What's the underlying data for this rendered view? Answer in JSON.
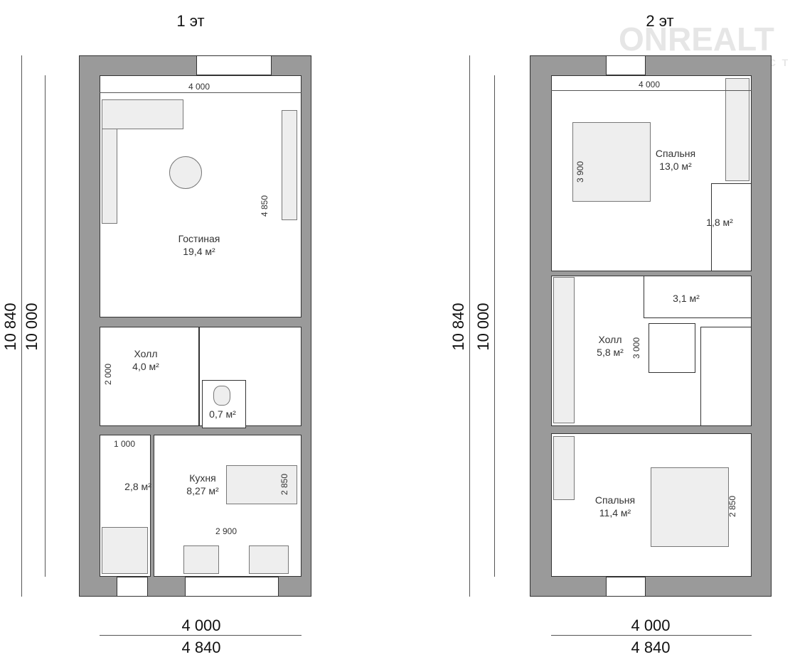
{
  "watermark": {
    "brand": "ONREALT",
    "sub": "НЕДВИЖИМОСТЬ"
  },
  "floor1": {
    "title": "1 эт",
    "rooms": [
      {
        "name": "Гостиная",
        "area": "19,4 м²"
      },
      {
        "name": "Холл",
        "area": "4,0 м²"
      },
      {
        "name": "",
        "area": "0,7 м²"
      },
      {
        "name": "",
        "area": "2,8 м²"
      },
      {
        "name": "Кухня",
        "area": "8,27 м²"
      }
    ],
    "dims": {
      "living_w": "4 000",
      "living_h": "4 850",
      "hall_h": "2 000",
      "bath_w": "1 000",
      "kitchen_h": "2 850",
      "kitchen_w": "2 900"
    },
    "outer": {
      "total_h": "10 840",
      "inner_h": "10 000",
      "inner_w": "4 000",
      "total_w": "4 840"
    }
  },
  "floor2": {
    "title": "2 эт",
    "rooms": [
      {
        "name": "Спальня",
        "area": "13,0 м²"
      },
      {
        "name": "",
        "area": "1,8 м²"
      },
      {
        "name": "",
        "area": "3,1 м²"
      },
      {
        "name": "Холл",
        "area": "5,8 м²"
      },
      {
        "name": "Спальня",
        "area": "11,4 м²"
      }
    ],
    "dims": {
      "bed1_w": "4 000",
      "bed1_h": "3 900",
      "hall_h": "3 000",
      "bed2_h": "2 850"
    },
    "outer": {
      "total_h": "10 840",
      "inner_h": "10 000",
      "inner_w": "4 000",
      "total_w": "4 840"
    }
  }
}
